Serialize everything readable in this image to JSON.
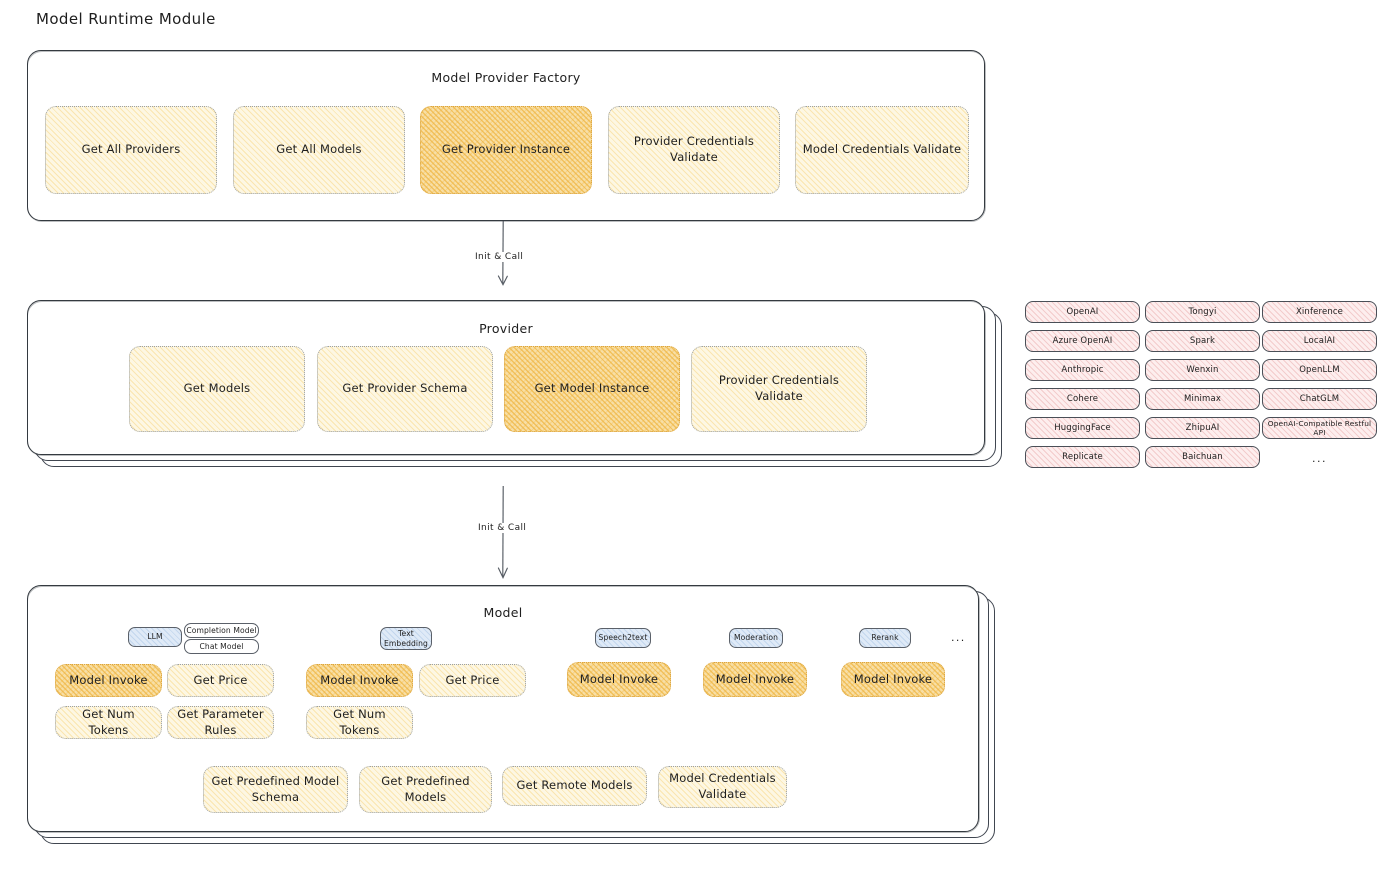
{
  "page": {
    "title": "Model Runtime Module"
  },
  "factory": {
    "title": "Model Provider Factory",
    "methods": [
      {
        "label": "Get All Providers",
        "highlighted": false
      },
      {
        "label": "Get All Models",
        "highlighted": false
      },
      {
        "label": "Get Provider Instance",
        "highlighted": true
      },
      {
        "label": "Provider Credentials Validate",
        "highlighted": false
      },
      {
        "label": "Model Credentials Validate",
        "highlighted": false
      }
    ]
  },
  "arrows": [
    {
      "label": "Init & Call"
    },
    {
      "label": "Init & Call"
    }
  ],
  "provider": {
    "title": "Provider",
    "methods": [
      {
        "label": "Get Models",
        "highlighted": false
      },
      {
        "label": "Get Provider Schema",
        "highlighted": false
      },
      {
        "label": "Get Model Instance",
        "highlighted": true
      },
      {
        "label": "Provider Credentials Validate",
        "highlighted": false
      }
    ]
  },
  "provider_list": {
    "columns": [
      [
        "OpenAI",
        "Azure OpenAI",
        "Anthropic",
        "Cohere",
        "HuggingFace",
        "Replicate"
      ],
      [
        "Tongyi",
        "Spark",
        "Wenxin",
        "Minimax",
        "ZhipuAI",
        "Baichuan"
      ],
      [
        "Xinference",
        "LocalAI",
        "OpenLLM",
        "ChatGLM",
        "OpenAI-Compatible Restful API"
      ]
    ],
    "more": "..."
  },
  "model": {
    "title": "Model",
    "more": "...",
    "types": [
      {
        "name": "LLM",
        "sub_badges": [
          "Completion Model",
          "Chat Model"
        ],
        "methods": [
          {
            "label": "Model Invoke",
            "highlighted": true
          },
          {
            "label": "Get Price",
            "highlighted": false
          },
          {
            "label": "Get Num Tokens",
            "highlighted": false
          },
          {
            "label": "Get Parameter Rules",
            "highlighted": false
          }
        ]
      },
      {
        "name": "Text Embedding",
        "sub_badges": [],
        "methods": [
          {
            "label": "Model Invoke",
            "highlighted": true
          },
          {
            "label": "Get Price",
            "highlighted": false
          },
          {
            "label": "Get Num Tokens",
            "highlighted": false
          }
        ]
      },
      {
        "name": "Speech2text",
        "sub_badges": [],
        "methods": [
          {
            "label": "Model Invoke",
            "highlighted": true
          }
        ]
      },
      {
        "name": "Moderation",
        "sub_badges": [],
        "methods": [
          {
            "label": "Model Invoke",
            "highlighted": true
          }
        ]
      },
      {
        "name": "Rerank",
        "sub_badges": [],
        "methods": [
          {
            "label": "Model Invoke",
            "highlighted": true
          }
        ]
      }
    ],
    "shared_methods": [
      {
        "label": "Get Predefined Model Schema"
      },
      {
        "label": "Get Predefined Models"
      },
      {
        "label": "Get Remote Models"
      },
      {
        "label": "Model Credentials Validate"
      }
    ]
  },
  "colors": {
    "chip_fill": "#fdf7e3",
    "chip_highlight_fill": "#f8dfa6",
    "provider_pill_fill": "#fdeeee",
    "badge_fill": "#dfeaf7",
    "stroke": "#343a40",
    "text": "#1e1e1e"
  }
}
